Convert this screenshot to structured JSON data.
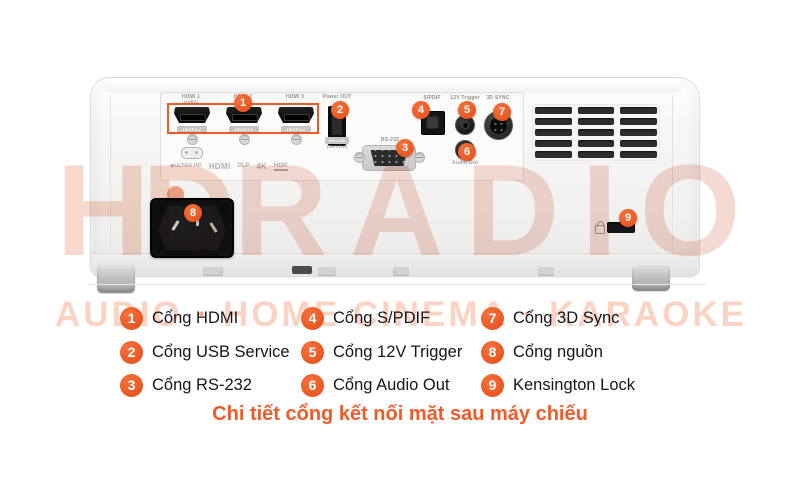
{
  "brand": {
    "hd": "HD",
    "radio": "RADIO",
    "tagline": [
      "AUDIO",
      "HOME CINEMA",
      "KARAOKE"
    ],
    "separator": "•"
  },
  "projector": {
    "labels": {
      "hdmi1": "HDMI 1",
      "hdmi1_sub": "(eARC)",
      "hdmi2": "HDMI 2",
      "hdmi3": "HDMI 3",
      "hdcp": "HDCP 2.2",
      "power_out": "Power OUT",
      "power_spec": "5V=1.5A",
      "service": "(Service)",
      "rs232": "RS-232",
      "spdif": "S/PDIF",
      "trigger_12v": "12V Trigger",
      "audio_out": "Audio Out",
      "sync_3d": "3D SYNC"
    },
    "logos": {
      "diamond": "◆",
      "ultra_hd": "ULTRA HD",
      "hdmi": "HDMI",
      "dlp": "DLP",
      "fourk": "4K",
      "hdr": "HDR"
    }
  },
  "callouts": [
    "1",
    "2",
    "3",
    "4",
    "5",
    "6",
    "7",
    "8",
    "9"
  ],
  "legend": {
    "items": [
      {
        "num": "1",
        "label": "Cổng HDMI"
      },
      {
        "num": "2",
        "label": "Cổng USB Service"
      },
      {
        "num": "3",
        "label": "Cổng RS-232"
      },
      {
        "num": "4",
        "label": "Cổng S/PDIF"
      },
      {
        "num": "5",
        "label": "Cổng 12V Trigger"
      },
      {
        "num": "6",
        "label": "Cổng Audio Out"
      },
      {
        "num": "7",
        "label": "Cổng 3D Sync"
      },
      {
        "num": "8",
        "label": "Cổng nguồn"
      },
      {
        "num": "9",
        "label": "Kensington Lock"
      }
    ],
    "caption": "Chi tiết cổng kết nối mặt sau máy chiếu"
  },
  "colors": {
    "accent": "#EE5A24",
    "caption": "#F15A29"
  }
}
